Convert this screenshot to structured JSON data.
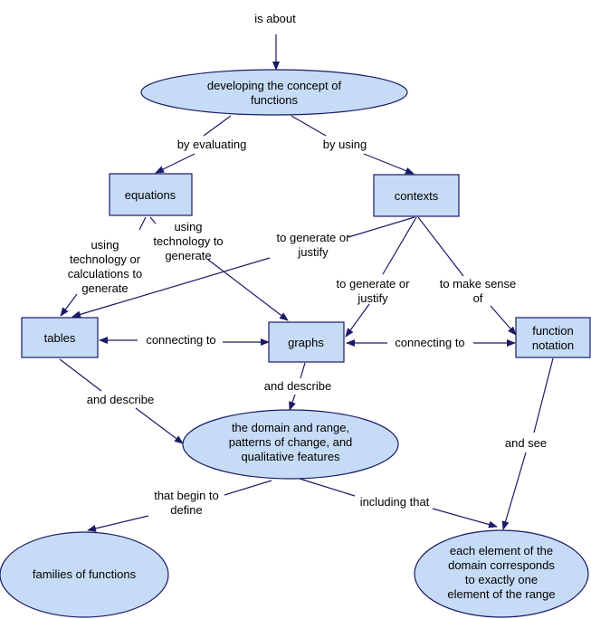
{
  "nodes": {
    "top_phrase": "is about",
    "concept": [
      "developing the concept of",
      "functions"
    ],
    "equations": "equations",
    "contexts": "contexts",
    "tables": "tables",
    "graphs": "graphs",
    "function_notation": [
      "function",
      "notation"
    ],
    "domain_range": [
      "the domain and range,",
      "patterns of change, and",
      "qualitative features"
    ],
    "families": "families of functions",
    "each_element": [
      "each element of the",
      "domain corresponds",
      "to exactly one",
      "element of the range"
    ]
  },
  "links": {
    "by_evaluating": "by evaluating",
    "by_using": "by using",
    "using_tech_calc": [
      "using",
      "technology or",
      "calculations to",
      "generate"
    ],
    "using_tech_gen": [
      "using",
      "technology to",
      "generate"
    ],
    "to_gen_justify_1": [
      "to generate or",
      "justify"
    ],
    "to_gen_justify_2": [
      "to generate or",
      "justify"
    ],
    "to_make_sense": [
      "to make sense",
      "of"
    ],
    "connecting_to_1": "connecting to",
    "connecting_to_2": "connecting to",
    "and_describe_1": "and describe",
    "and_describe_2": "and describe",
    "and_see": "and see",
    "that_begin_to": [
      "that begin to",
      "define"
    ],
    "including_that": "including that"
  },
  "colors": {
    "node_fill": "#c6dbf5",
    "node_stroke": "#1a1a66",
    "edge": "#1a1a66"
  }
}
